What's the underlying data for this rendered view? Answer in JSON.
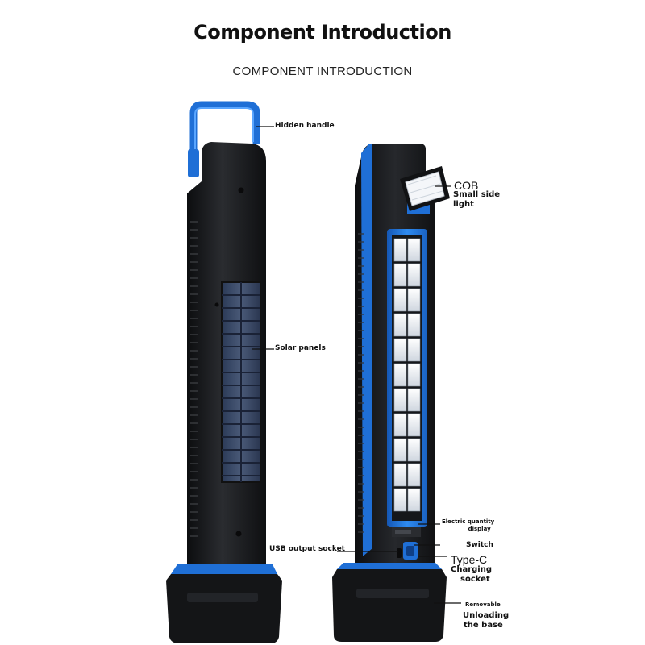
{
  "header": {
    "title": "Component Introduction",
    "subtitle": "COMPONENT INTRODUCTION"
  },
  "callouts": {
    "hidden_handle": "Hidden handle",
    "solar_panels": "Solar panels",
    "usb_output_socket": "USB output socket",
    "cob": "COB",
    "small_side_light_1": "Small side",
    "small_side_light_2": "light",
    "electric_quantity_display_1": "Electric quantity",
    "electric_quantity_display_2": "display",
    "switch": "Switch",
    "type_c": "Type-C",
    "charging_socket_1": "Charging",
    "charging_socket_2": "socket",
    "removable": "Removable",
    "unloading_base_1": "Unloading",
    "unloading_base_2": "the base"
  },
  "colors": {
    "accent_blue": "#1f6fd6",
    "body_black": "#1b1c1f",
    "led_white": "#f2f4f7"
  },
  "icons": {
    "handle": "handle-icon",
    "solar": "solar-panel-icon",
    "led": "led-panel-icon"
  }
}
